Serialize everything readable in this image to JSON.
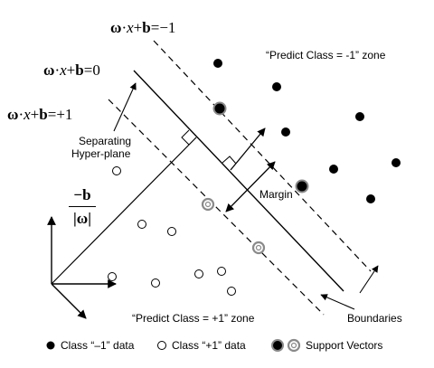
{
  "equations": {
    "minus_one": {
      "w": "ω",
      "dot": "·",
      "x": "x",
      "plus": "+",
      "b": "b",
      "eq": "=",
      "rhs": "−1"
    },
    "zero": {
      "w": "ω",
      "dot": "·",
      "x": "x",
      "plus": "+",
      "b": "b",
      "eq": "=",
      "rhs": "0"
    },
    "plus_one": {
      "w": "ω",
      "dot": "·",
      "x": "x",
      "plus": "+",
      "b": "b",
      "eq": "=",
      "rhs": "+1"
    }
  },
  "fraction": {
    "numerator": "−b",
    "denominator": "|ω|"
  },
  "labels": {
    "separating_hyperplane_line1": "Separating",
    "separating_hyperplane_line2": "Hyper-plane",
    "margin": "Margin",
    "predict_minus_zone": "“Predict Class = -1” zone",
    "predict_plus_zone": "“Predict Class = +1” zone",
    "boundaries": "Boundaries"
  },
  "legend": {
    "class_minus": "Class “–1” data",
    "class_plus": "Class “+1” data",
    "support_vectors": "Support Vectors"
  },
  "colors": {
    "ink": "#000000",
    "support_vector_gray": "#8a8a8a",
    "background": "#ffffff"
  }
}
